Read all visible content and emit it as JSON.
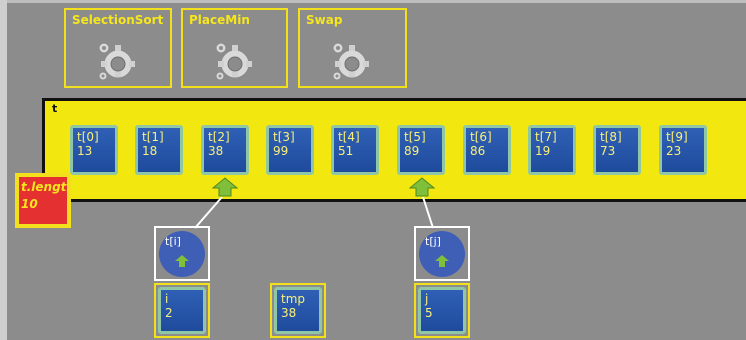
{
  "functions": [
    {
      "label": "SelectionSort",
      "icon": "gear-icon"
    },
    {
      "label": "PlaceMin",
      "icon": "gear-icon"
    },
    {
      "label": "Swap",
      "icon": "gear-icon"
    }
  ],
  "array": {
    "name": "t",
    "cells": [
      {
        "label": "t[0]",
        "value": "13"
      },
      {
        "label": "t[1]",
        "value": "18"
      },
      {
        "label": "t[2]",
        "value": "38"
      },
      {
        "label": "t[3]",
        "value": "99"
      },
      {
        "label": "t[4]",
        "value": "51"
      },
      {
        "label": "t[5]",
        "value": "89"
      },
      {
        "label": "t[6]",
        "value": "86"
      },
      {
        "label": "t[7]",
        "value": "19"
      },
      {
        "label": "t[8]",
        "value": "73"
      },
      {
        "label": "t[9]",
        "value": "23"
      }
    ]
  },
  "length": {
    "label": "t.length",
    "value": "10"
  },
  "pointers": [
    {
      "label": "t[i]",
      "target_index": 2
    },
    {
      "label": "t[j]",
      "target_index": 5
    }
  ],
  "variables": {
    "i": {
      "label": "i",
      "value": "2"
    },
    "tmp": {
      "label": "tmp",
      "value": "38"
    },
    "j": {
      "label": "j",
      "value": "5"
    }
  },
  "colors": {
    "background": "#8c8c8c",
    "frame": "#f2e01c",
    "array_band": "#f3e710",
    "cell_blue": "#2f60b5",
    "text_yellow": "#fbf07a",
    "length_red": "#e43030",
    "arrow_green": "#7fbf3a"
  }
}
